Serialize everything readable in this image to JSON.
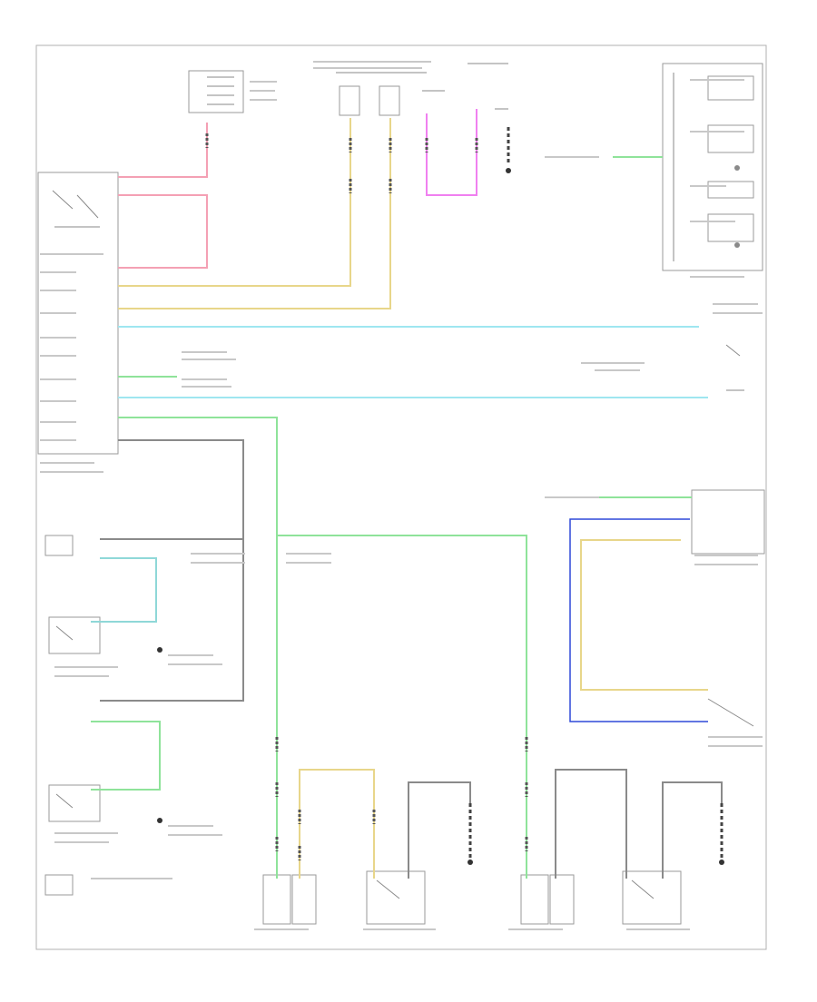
{
  "diagram": {
    "footer_code": "",
    "colors": {
      "red": "#f4a0b4",
      "tan": "#e8d68a",
      "magenta": "#f080f0",
      "lightblue": "#9fe6f0",
      "green": "#8fe39a",
      "blue": "#2f48d8",
      "teal": "#8fd8d8",
      "gray": "#8a8a8a",
      "frame": "#b0b0b0"
    },
    "components": [
      "top-fuse-block",
      "left-control-module",
      "connector-stack-top",
      "instrument-cluster",
      "ground-top",
      "left-rear-door-switch",
      "right-rear-door-switch",
      "left-ground-block",
      "right-side-ground-block",
      "passenger-door-switch",
      "passenger-door-ajar",
      "driver-door-switch",
      "driver-door-ajar",
      "right-rear-switch",
      "door-ground-a",
      "door-ground-b"
    ]
  }
}
